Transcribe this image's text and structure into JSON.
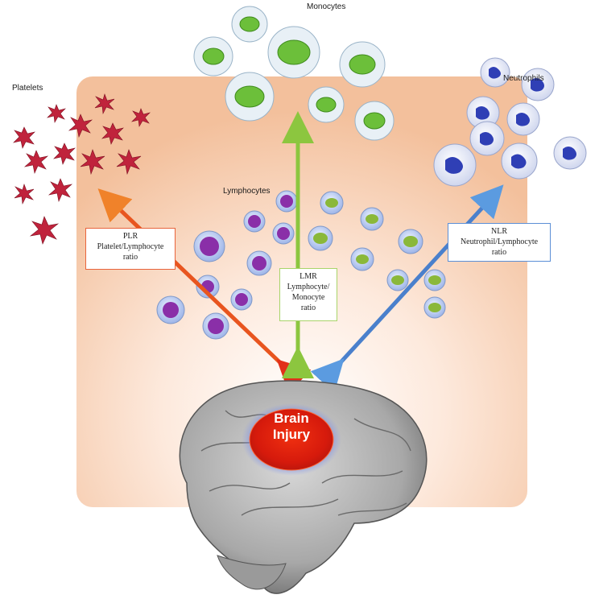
{
  "labels": {
    "monocytes": "Monocytes",
    "platelets": "Platelets",
    "neutrophils": "Neutrophils",
    "lymphocytes": "Lymphocytes"
  },
  "ratios": {
    "plr": {
      "line1": "PLR",
      "line2": "Platelet/Lymphocyte",
      "line3": "ratio"
    },
    "lmr": {
      "line1": "LMR",
      "line2": "Lymphocyte/",
      "line3": "Monocyte",
      "line4": "ratio"
    },
    "nlr": {
      "line1": "NLR",
      "line2": "Neutrophil/Lymphocyte",
      "line3": "ratio"
    }
  },
  "center": {
    "line1": "Brain",
    "line2": "Injury"
  },
  "colors": {
    "plr_arrow": "#e2401f",
    "lmr_arrow": "#7fb83a",
    "nlr_arrow": "#3f74c4",
    "platelet": "#c0233c",
    "monocyte_nucleus": "#6cbf3a",
    "neutrophil_nucleus": "#2f3fb5",
    "lymphocyte_nucleus": "#8a2fa8",
    "injury": "#e0200e",
    "background_glow": "#f6c8a8"
  }
}
